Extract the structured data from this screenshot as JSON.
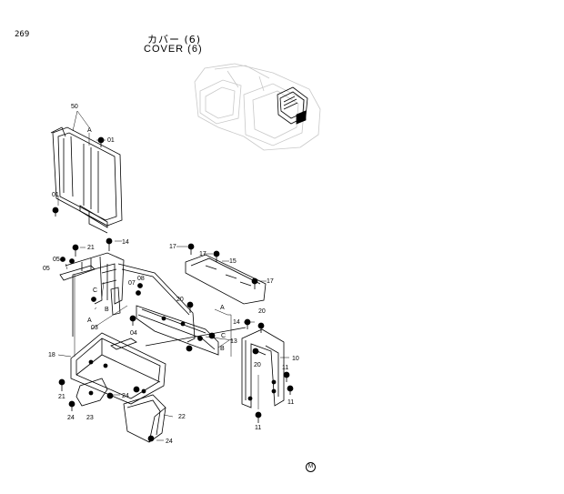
{
  "page": {
    "number": "269",
    "title_jp": "カバー (6)",
    "title_en": "COVER (6)",
    "footer_mark": "M"
  },
  "callouts": {
    "c50": "50",
    "c01a": "01",
    "c01b": "01",
    "cA1": "A",
    "c21a": "21",
    "c05a": "05",
    "c05b": "05",
    "c14a": "14",
    "c17a": "17",
    "c17b": "17",
    "c15": "15",
    "c17c": "17",
    "c08": "08",
    "c07": "07",
    "c20a": "20",
    "cA2": "A",
    "cC1": "C",
    "cB1": "B",
    "cA3": "A",
    "c03": "03",
    "c04": "04",
    "c14b": "14",
    "c20b": "20",
    "c13": "13",
    "cC2": "C",
    "cB2": "B",
    "c18": "18",
    "c10": "10",
    "c20c": "20",
    "c11a": "11",
    "c11b": "11",
    "c11c": "11",
    "c21b": "21",
    "c24a": "24",
    "c23": "23",
    "c24b": "24",
    "c22": "22",
    "c24c": "24"
  }
}
